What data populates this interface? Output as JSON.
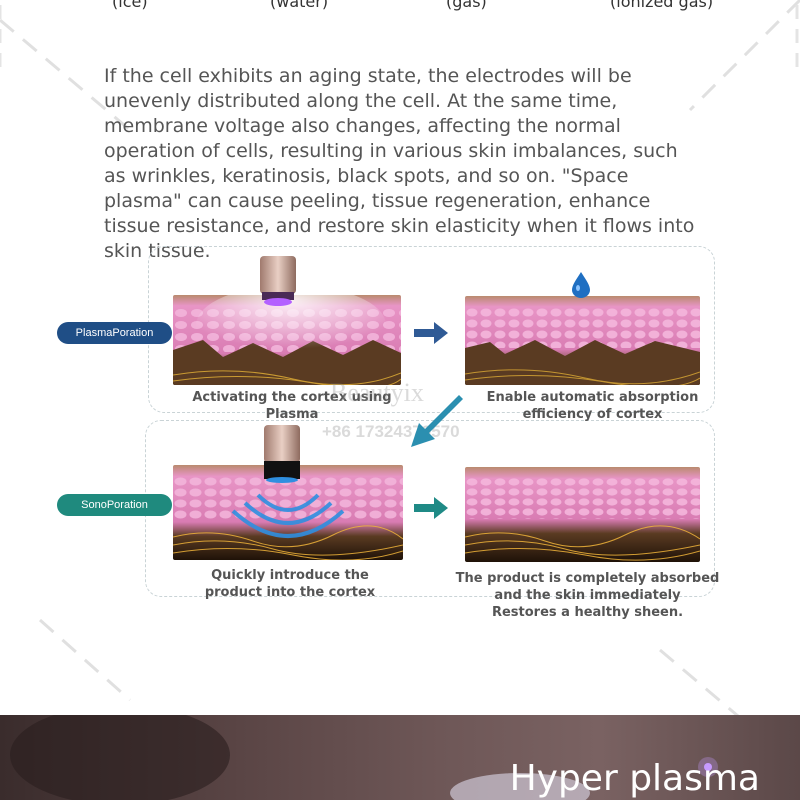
{
  "states": [
    "(ice)",
    "(water)",
    "(gas)",
    "(ionized gas)"
  ],
  "intro_text": "If the cell exhibits an aging state, the electrodes will be unevenly distributed along the cell. At the same time, membrane voltage also changes, affecting the normal operation of cells, resulting in various skin imbalances, such as wrinkles, keratinosis, black spots, and so on. \"Space plasma\" can cause peeling, tissue regeneration, enhance tissue resistance, and restore skin elasticity when it flows into skin tissue.",
  "plasma": {
    "label": "PlasmaPoration",
    "caption_left": "Activating the cortex using Plasma",
    "caption_right": "Enable automatic absorption efficiency of cortex"
  },
  "sono": {
    "label": "SonoPoration",
    "caption_left": "Quickly introduce the product into the cortex",
    "caption_right_1": "The product is completely absorbed",
    "caption_right_2": "and the skin immediately",
    "caption_right_3": "Restores a healthy sheen."
  },
  "watermark": {
    "brand": "Beautyix",
    "phone": "+86 17324379570"
  },
  "banner_title": "Hyper plasma",
  "colors": {
    "plasma_pill": "#1f4e86",
    "sono_pill": "#1f8a7e",
    "arrow_blue": "#2f5a95",
    "arrow_teal": "#1f8a86",
    "skin_pink": "#e895c6",
    "cell_pink": "#f4b6dc"
  }
}
